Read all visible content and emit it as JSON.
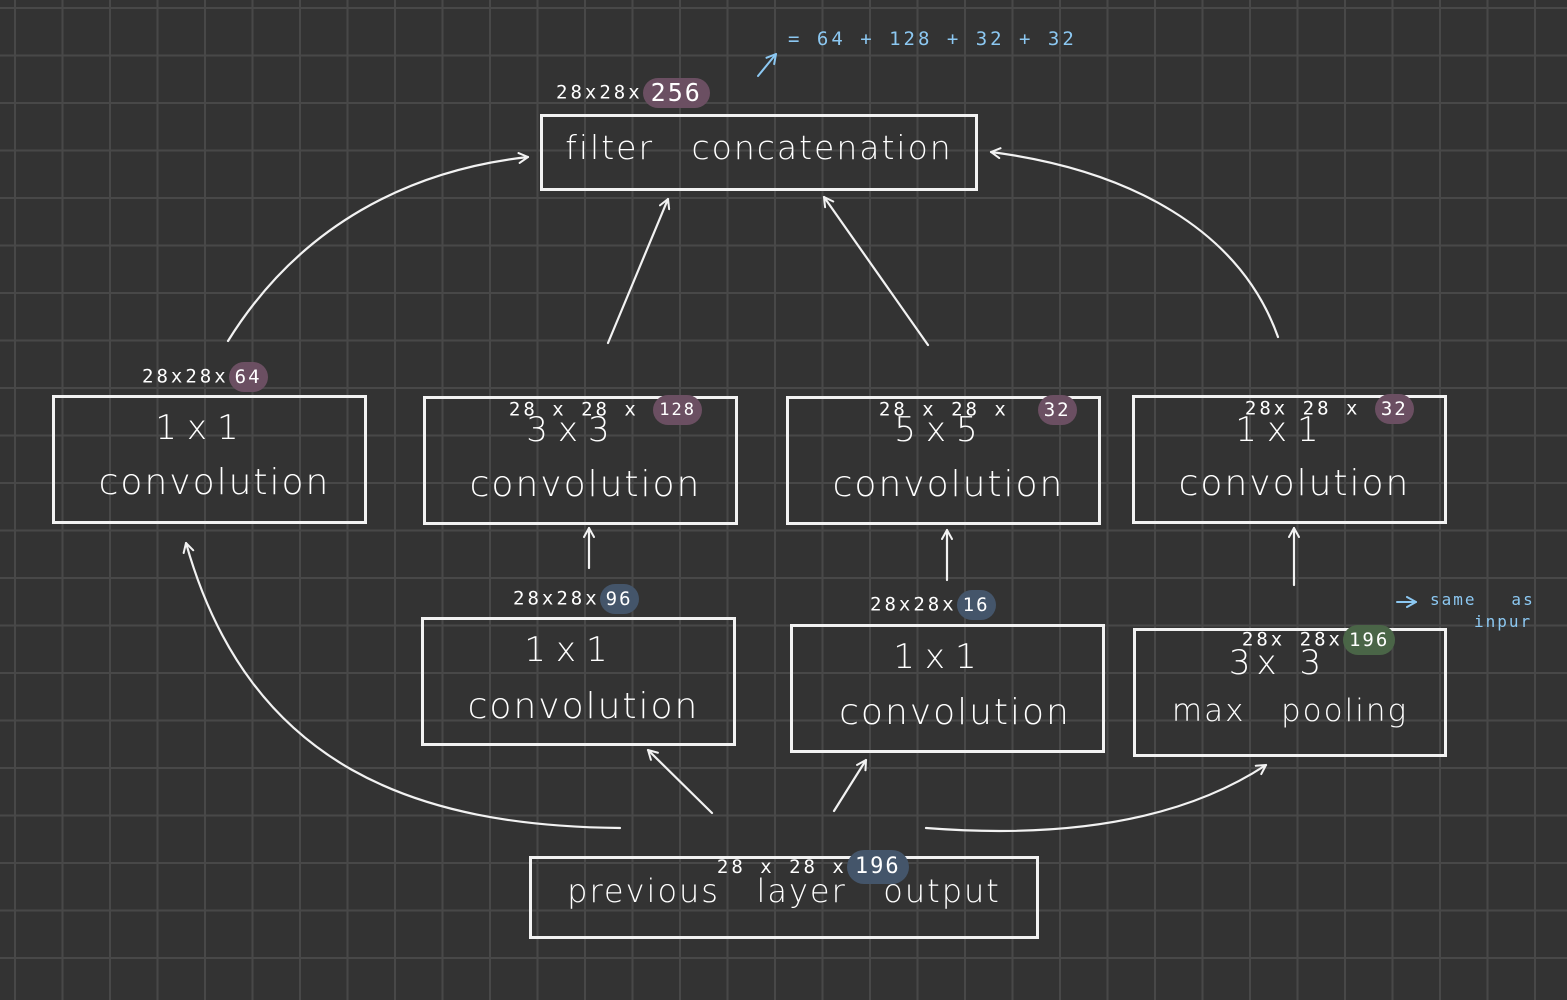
{
  "colors": {
    "background": "#333333",
    "grid": "#484848",
    "stroke": "#f2f2f2",
    "annotation": "#8cc8f2",
    "highlight_plum": "#6b4f62",
    "highlight_slate": "#44556a",
    "highlight_sage": "#4a6547"
  },
  "nodes": {
    "concat": {
      "line1": "filter   concatenation"
    },
    "conv1x1_a": {
      "line1": "1x1",
      "line2": "convolution"
    },
    "conv3x3": {
      "line1": "3x3",
      "line2": "convolution"
    },
    "conv5x5": {
      "line1": "5x5",
      "line2": "convolution"
    },
    "conv1x1_pool": {
      "line1": "1x1",
      "line2": "convolution"
    },
    "reduce3x3": {
      "line1": "1x1",
      "line2": "convolution"
    },
    "reduce5x5": {
      "line1": "1x1",
      "line2": "convolution"
    },
    "maxpool": {
      "line1": "3x 3",
      "line2": "max   pooling"
    },
    "previous": {
      "line1": "previous   layer   output"
    }
  },
  "dims": {
    "concat": {
      "prefix": "28x28x",
      "value": "256"
    },
    "conv1x1_a": {
      "prefix": "28x28x",
      "value": "64"
    },
    "conv3x3": {
      "prefix": "28 x 28 x",
      "value": "128"
    },
    "conv5x5": {
      "prefix": "28 x 28 x",
      "value": "32"
    },
    "conv1x1_pool": {
      "prefix": "28x 28 x",
      "value": "32"
    },
    "reduce3x3": {
      "prefix": "28x28x",
      "value": "96"
    },
    "reduce5x5": {
      "prefix": "28x28x",
      "value": "16"
    },
    "maxpool": {
      "prefix": "28x 28x",
      "value": "196"
    },
    "previous": {
      "prefix": "28 x 28 x",
      "value": "196"
    }
  },
  "notes": {
    "concat_sum": "= 64 + 128 + 32 + 32",
    "same_as_input_line1": "same   as",
    "same_as_input_line2": "inpur"
  },
  "icons": [
    "arrow-icon"
  ]
}
